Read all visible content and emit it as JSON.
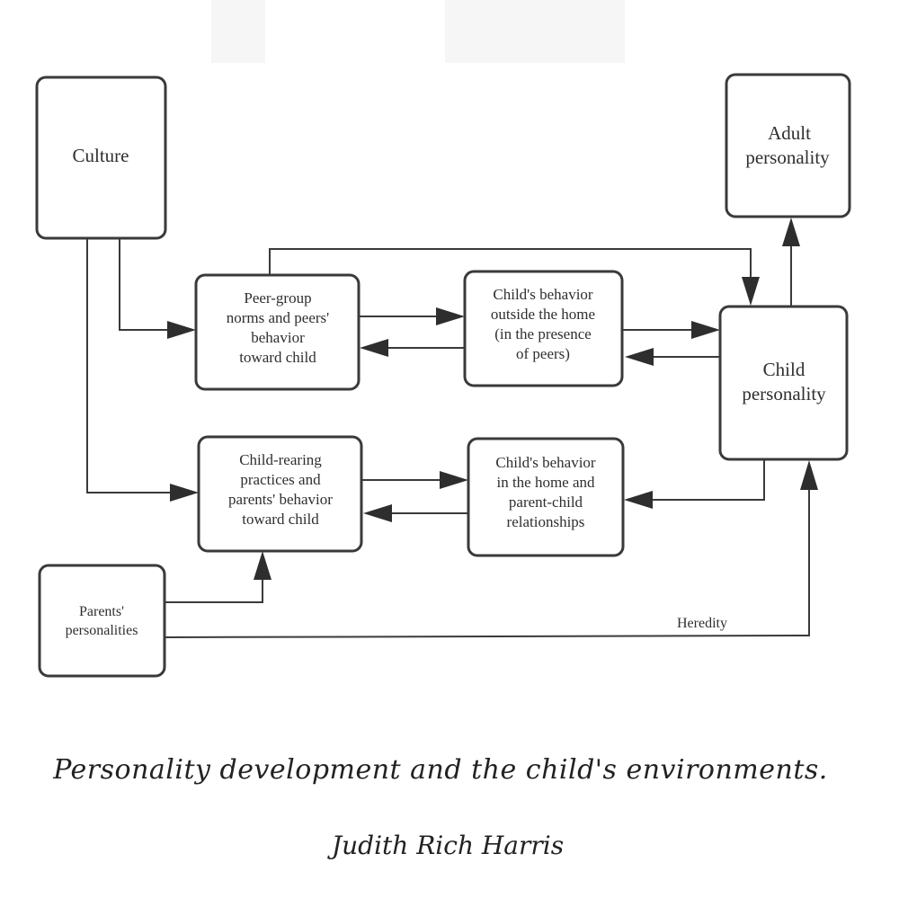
{
  "diagram": {
    "title": "Personality development and the child's environments.",
    "author": "Judith Rich Harris",
    "nodes": {
      "culture": {
        "lines": [
          "Culture"
        ]
      },
      "adult_personality": {
        "lines": [
          "Adult",
          "personality"
        ]
      },
      "peer_norms": {
        "lines": [
          "Peer-group",
          "norms and peers'",
          "behavior",
          "toward child"
        ]
      },
      "child_behavior_outside": {
        "lines": [
          "Child's behavior",
          "outside the home",
          "(in the presence",
          "of peers)"
        ]
      },
      "child_personality": {
        "lines": [
          "Child",
          "personality"
        ]
      },
      "child_rearing": {
        "lines": [
          "Child-rearing",
          "practices and",
          "parents' behavior",
          "toward child"
        ]
      },
      "child_behavior_home": {
        "lines": [
          "Child's behavior",
          "in the home and",
          "parent-child",
          "relationships"
        ]
      },
      "parents_personalities": {
        "lines": [
          "Parents'",
          "personalities"
        ]
      }
    },
    "edges": [
      {
        "from": "culture",
        "to": "peer_norms",
        "label": ""
      },
      {
        "from": "culture",
        "to": "child_rearing",
        "label": ""
      },
      {
        "from": "peer_norms",
        "to": "child_behavior_outside",
        "label": ""
      },
      {
        "from": "child_behavior_outside",
        "to": "peer_norms",
        "label": ""
      },
      {
        "from": "peer_norms",
        "to": "child_personality",
        "label": ""
      },
      {
        "from": "child_behavior_outside",
        "to": "child_personality",
        "label": ""
      },
      {
        "from": "child_personality",
        "to": "child_behavior_outside",
        "label": ""
      },
      {
        "from": "child_personality",
        "to": "adult_personality",
        "label": ""
      },
      {
        "from": "child_rearing",
        "to": "child_behavior_home",
        "label": ""
      },
      {
        "from": "child_behavior_home",
        "to": "child_rearing",
        "label": ""
      },
      {
        "from": "child_personality",
        "to": "child_behavior_home",
        "label": ""
      },
      {
        "from": "parents_personalities",
        "to": "child_rearing",
        "label": ""
      },
      {
        "from": "parents_personalities",
        "to": "child_personality",
        "label": "Heredity"
      }
    ],
    "edge_label_heredity": "Heredity"
  }
}
